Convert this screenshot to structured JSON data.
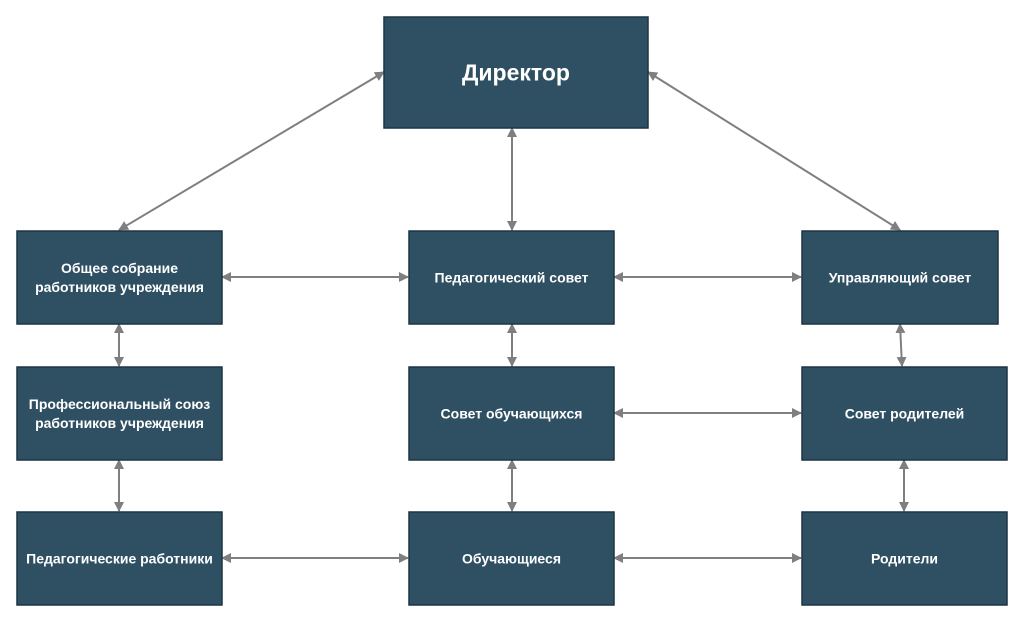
{
  "diagram": {
    "nodes": [
      {
        "id": "director",
        "name": "node-director",
        "lines": [
          "Директор"
        ]
      },
      {
        "id": "general_meeting",
        "name": "node-general-meeting",
        "lines": [
          "Общее собрание",
          "работников учреждения"
        ]
      },
      {
        "id": "ped_council",
        "name": "node-pedagogical-council",
        "lines": [
          "Педагогический совет"
        ]
      },
      {
        "id": "gov_council",
        "name": "node-governing-council",
        "lines": [
          "Управляющий совет"
        ]
      },
      {
        "id": "trade_union",
        "name": "node-trade-union",
        "lines": [
          "Профессиональный союз",
          "работников учреждения"
        ]
      },
      {
        "id": "student_council",
        "name": "node-student-council",
        "lines": [
          "Совет обучающихся"
        ]
      },
      {
        "id": "parent_council",
        "name": "node-parent-council",
        "lines": [
          "Совет родителей"
        ]
      },
      {
        "id": "ped_workers",
        "name": "node-pedagogical-workers",
        "lines": [
          "Педагогические работники"
        ]
      },
      {
        "id": "students",
        "name": "node-students",
        "lines": [
          "Обучающиеся"
        ]
      },
      {
        "id": "parents",
        "name": "node-parents",
        "lines": [
          "Родители"
        ]
      }
    ],
    "edges": [
      {
        "from": "director",
        "to": "general_meeting"
      },
      {
        "from": "director",
        "to": "ped_council"
      },
      {
        "from": "director",
        "to": "gov_council"
      },
      {
        "from": "general_meeting",
        "to": "ped_council"
      },
      {
        "from": "ped_council",
        "to": "gov_council"
      },
      {
        "from": "general_meeting",
        "to": "trade_union"
      },
      {
        "from": "trade_union",
        "to": "ped_workers"
      },
      {
        "from": "ped_council",
        "to": "student_council"
      },
      {
        "from": "student_council",
        "to": "students"
      },
      {
        "from": "gov_council",
        "to": "parent_council"
      },
      {
        "from": "parent_council",
        "to": "parents"
      },
      {
        "from": "student_council",
        "to": "parent_council"
      },
      {
        "from": "ped_workers",
        "to": "students"
      },
      {
        "from": "students",
        "to": "parents"
      }
    ]
  }
}
